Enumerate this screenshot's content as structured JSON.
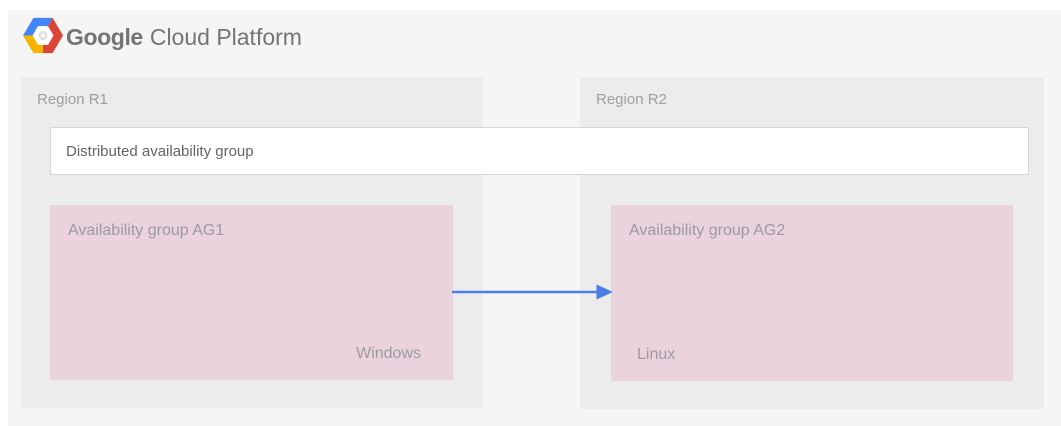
{
  "header": {
    "logo_icon": "gcp-hexagon-logo",
    "brand_primary": "Google",
    "brand_secondary": "Cloud Platform"
  },
  "diagram": {
    "regions": [
      {
        "label": "Region R1"
      },
      {
        "label": "Region R2"
      }
    ],
    "distributed_availability_group": {
      "label": "Distributed availability group"
    },
    "availability_groups": [
      {
        "label": "Availability group AG1",
        "os_label": "Windows"
      },
      {
        "label": "Availability group AG2",
        "os_label": "Linux"
      }
    ],
    "arrow": {
      "from": "Availability group AG1",
      "to": "Availability group AG2"
    }
  },
  "colors": {
    "canvas_bg": "#f5f5f6",
    "region_bg": "#ececec",
    "availability_group_bg": "#ebd3de",
    "distributed_box_bg": "#ffffff",
    "distributed_box_border": "#d6d6d6",
    "region_label_text": "#9e9e9e",
    "distributed_label_text": "#646464",
    "group_label_text": "#9b9aa0",
    "header_text": "#747474",
    "arrow_blue": "#4c7ce8",
    "logo_blue": "#4285f4",
    "logo_red": "#db4437",
    "logo_yellow": "#f4b400"
  }
}
